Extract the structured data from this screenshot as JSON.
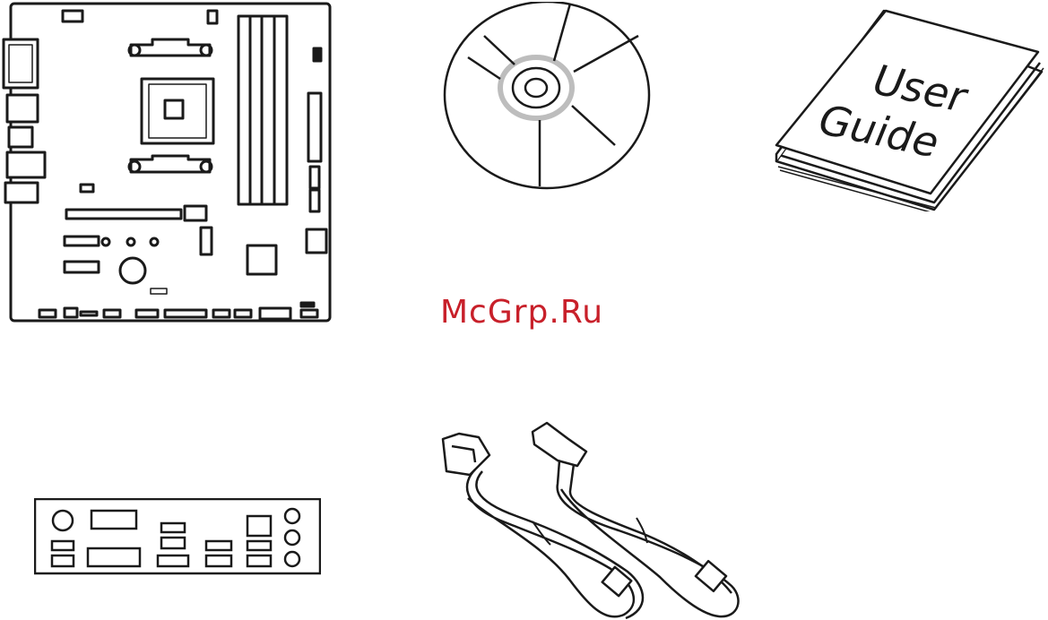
{
  "manual_cover": {
    "line1": "User",
    "line2": "Guide"
  },
  "watermark": {
    "text": "McGrp.Ru"
  },
  "stroke_color": "#1a1a1a",
  "watermark_color": "#c8202a"
}
